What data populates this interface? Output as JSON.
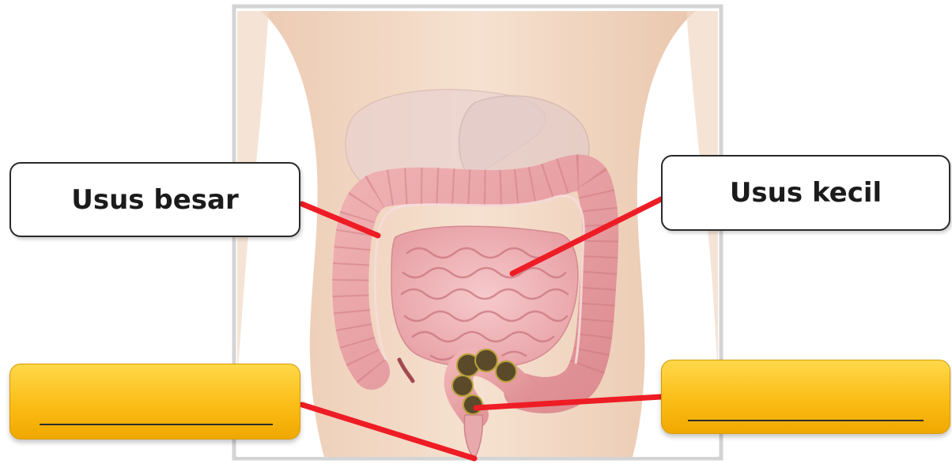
{
  "labels": {
    "large_intestine": "Usus besar",
    "small_intestine": "Usus kecil",
    "blank_left": "",
    "blank_right": ""
  },
  "colors": {
    "leader_line": "#ee1c25",
    "blank_box_fill": "#fbbd16",
    "label_box_border": "#2a2a2a",
    "intestine_pink": "#e9a3a6",
    "stool_brown": "#5a4a2a"
  },
  "illustration": {
    "subject": "human-torso-digestive-system",
    "organs": [
      "liver",
      "stomach",
      "large-intestine",
      "small-intestine",
      "rectum"
    ]
  }
}
